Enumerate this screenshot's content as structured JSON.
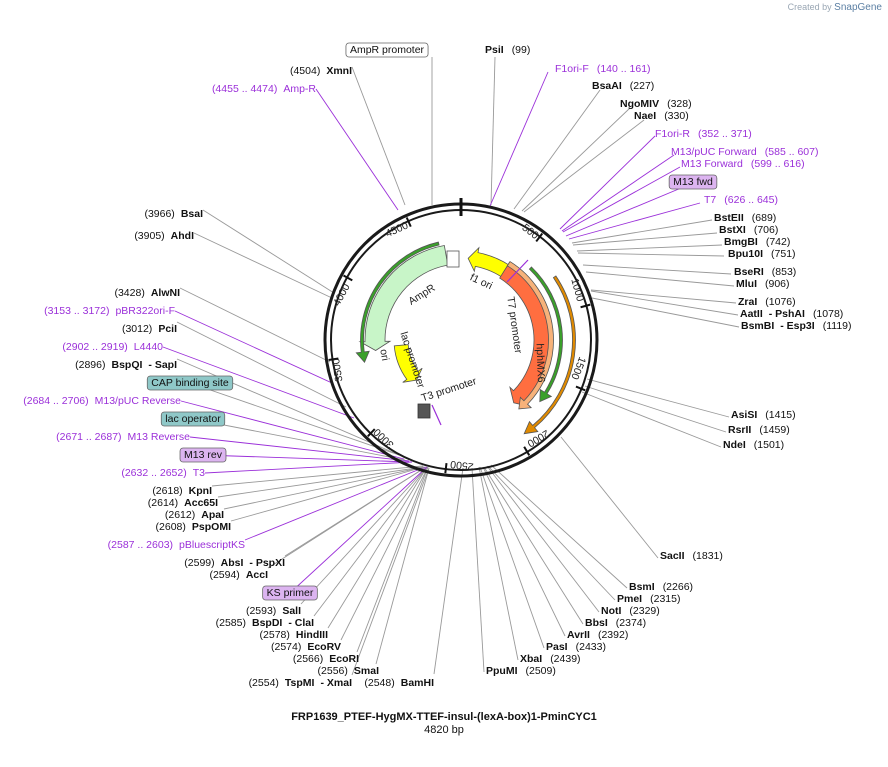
{
  "brand": {
    "created_by": "Created by",
    "name": "SnapGene"
  },
  "plasmid": {
    "title": "FRP1639_PTEF-HygMX-TTEF-insul-(lexA-box)1-PminCYC1",
    "length_label": "4820 bp",
    "length": 4820
  },
  "ticks": [
    "500",
    "1000",
    "1500",
    "2000",
    "2500",
    "3000",
    "3500",
    "4000",
    "4500"
  ],
  "features": [
    {
      "name": "f1 ori",
      "color": "#ffff00"
    },
    {
      "name": "T7 promoter",
      "color": "#ffffff"
    },
    {
      "name": "hphMX6",
      "color": "#ff6e40"
    },
    {
      "name": "T3 promoter",
      "color": "#ffffff"
    },
    {
      "name": "lac promoter",
      "color": "#ffffff"
    },
    {
      "name": "ori",
      "color": "#ffff00"
    },
    {
      "name": "AmpR",
      "color": "#c8f5c8"
    }
  ],
  "labels": [
    {
      "kind": "boxed",
      "box": "white",
      "name": "AmpR promoter"
    },
    {
      "kind": "enzyme",
      "name": "PsiI",
      "pos": "(99)"
    },
    {
      "kind": "primer",
      "name": "F1ori-F",
      "pos": "(140 .. 161)"
    },
    {
      "kind": "enzyme",
      "name": "BsaAI",
      "pos": "(227)"
    },
    {
      "kind": "enzyme",
      "name": "NgoMIV",
      "pos": "(328)"
    },
    {
      "kind": "enzyme",
      "name": "NaeI",
      "pos": "(330)"
    },
    {
      "kind": "primer",
      "name": "F1ori-R",
      "pos": "(352 .. 371)"
    },
    {
      "kind": "primer",
      "name": "M13/pUC Forward",
      "pos": "(585 .. 607)"
    },
    {
      "kind": "primer",
      "name": "M13 Forward",
      "pos": "(599 .. 616)"
    },
    {
      "kind": "boxed",
      "box": "purple",
      "name": "M13 fwd"
    },
    {
      "kind": "primer",
      "name": "T7",
      "pos": "(626 .. 645)"
    },
    {
      "kind": "enzyme",
      "name": "BstEII",
      "pos": "(689)"
    },
    {
      "kind": "enzyme",
      "name": "BstXI",
      "pos": "(706)"
    },
    {
      "kind": "enzyme",
      "name": "BmgBI",
      "pos": "(742)"
    },
    {
      "kind": "enzyme",
      "name": "Bpu10I",
      "pos": "(751)"
    },
    {
      "kind": "enzyme",
      "name": "BseRI",
      "pos": "(853)"
    },
    {
      "kind": "enzyme",
      "name": "MluI",
      "pos": "(906)"
    },
    {
      "kind": "enzyme",
      "name": "ZraI",
      "pos": "(1076)"
    },
    {
      "kind": "enzyme",
      "name": "AatII",
      "name2": "PshAI",
      "pos": "(1078)"
    },
    {
      "kind": "enzyme",
      "name": "BsmBI",
      "name2": "Esp3I",
      "pos": "(1119)"
    },
    {
      "kind": "enzyme",
      "name": "AsiSI",
      "pos": "(1415)"
    },
    {
      "kind": "enzyme",
      "name": "RsrII",
      "pos": "(1459)"
    },
    {
      "kind": "enzyme",
      "name": "NdeI",
      "pos": "(1501)"
    },
    {
      "kind": "enzyme",
      "name": "SacII",
      "pos": "(1831)"
    },
    {
      "kind": "enzyme",
      "name": "BsmI",
      "pos": "(2266)"
    },
    {
      "kind": "enzyme",
      "name": "PmeI",
      "pos": "(2315)"
    },
    {
      "kind": "enzyme",
      "name": "NotI",
      "pos": "(2329)"
    },
    {
      "kind": "enzyme",
      "name": "BbsI",
      "pos": "(2374)"
    },
    {
      "kind": "enzyme",
      "name": "AvrII",
      "pos": "(2392)"
    },
    {
      "kind": "enzyme",
      "name": "PasI",
      "pos": "(2433)"
    },
    {
      "kind": "enzyme",
      "name": "XbaI",
      "pos": "(2439)"
    },
    {
      "kind": "enzyme",
      "name": "PpuMI",
      "pos": "(2509)"
    },
    {
      "kind": "enzyme",
      "name": "BamHI",
      "pos": "(2548)"
    },
    {
      "kind": "enzyme",
      "name": "TspMI",
      "name2": "XmaI",
      "pos": "(2554)"
    },
    {
      "kind": "enzyme",
      "name": "SmaI",
      "pos": "(2556)"
    },
    {
      "kind": "enzyme",
      "name": "EcoRI",
      "pos": "(2566)"
    },
    {
      "kind": "enzyme",
      "name": "EcoRV",
      "pos": "(2574)"
    },
    {
      "kind": "enzyme",
      "name": "HindIII",
      "pos": "(2578)"
    },
    {
      "kind": "enzyme",
      "name": "BspDI",
      "name2": "ClaI",
      "pos": "(2585)"
    },
    {
      "kind": "enzyme",
      "name": "SalI",
      "pos": "(2593)"
    },
    {
      "kind": "boxed",
      "box": "purple",
      "name": "KS primer"
    },
    {
      "kind": "enzyme",
      "name": "AccI",
      "pos": "(2594)"
    },
    {
      "kind": "enzyme",
      "name": "AbsI",
      "name2": "PspXI",
      "pos": "(2599)"
    },
    {
      "kind": "primer",
      "name": "pBluescriptKS",
      "pos": "(2587 .. 2603)"
    },
    {
      "kind": "enzyme",
      "name": "PspOMI",
      "pos": "(2608)"
    },
    {
      "kind": "enzyme",
      "name": "ApaI",
      "pos": "(2612)"
    },
    {
      "kind": "enzyme",
      "name": "Acc65I",
      "pos": "(2614)"
    },
    {
      "kind": "enzyme",
      "name": "KpnI",
      "pos": "(2618)"
    },
    {
      "kind": "primer",
      "name": "T3",
      "pos": "(2632 .. 2652)"
    },
    {
      "kind": "boxed",
      "box": "purple",
      "name": "M13 rev"
    },
    {
      "kind": "primer",
      "name": "M13 Reverse",
      "pos": "(2671 .. 2687)"
    },
    {
      "kind": "boxed",
      "box": "teal",
      "name": "lac operator"
    },
    {
      "kind": "primer",
      "name": "M13/pUC Reverse",
      "pos": "(2684 .. 2706)"
    },
    {
      "kind": "boxed",
      "box": "teal",
      "name": "CAP binding site"
    },
    {
      "kind": "enzyme",
      "name": "BspQI",
      "name2": "SapI",
      "pos": "(2896)"
    },
    {
      "kind": "primer",
      "name": "L4440",
      "pos": "(2902 .. 2919)"
    },
    {
      "kind": "enzyme",
      "name": "PciI",
      "pos": "(3012)"
    },
    {
      "kind": "primer",
      "name": "pBR322ori-F",
      "pos": "(3153 .. 3172)"
    },
    {
      "kind": "enzyme",
      "name": "AlwNI",
      "pos": "(3428)"
    },
    {
      "kind": "enzyme",
      "name": "AhdI",
      "pos": "(3905)"
    },
    {
      "kind": "enzyme",
      "name": "BsaI",
      "pos": "(3966)"
    },
    {
      "kind": "primer",
      "name": "Amp-R",
      "pos": "(4455 .. 4474)"
    },
    {
      "kind": "enzyme",
      "name": "XmnI",
      "pos": "(4504)"
    }
  ],
  "colors": {
    "enzyme_line": "#999999",
    "primer": "#9b30d9",
    "backbone": "#1a1a1a",
    "green_arrow": "#3aa02a",
    "orange_arrow": "#e08a00",
    "teal_box": "#8fc8c8",
    "purple_box": "#dcb4f0"
  }
}
